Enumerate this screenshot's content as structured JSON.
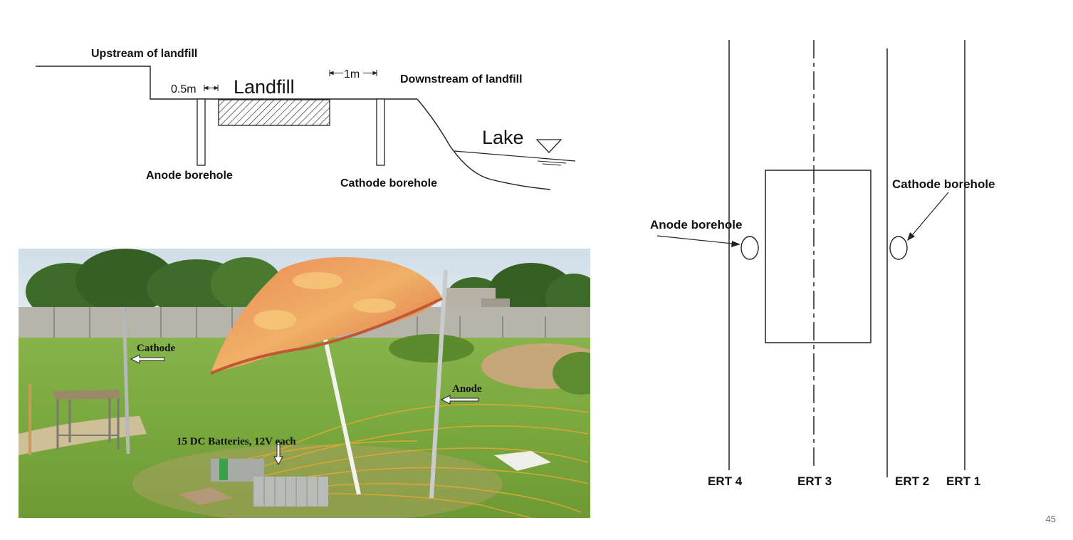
{
  "cross_section": {
    "upstream_label": "Upstream of landfill",
    "downstream_label": "Downstream of landfill",
    "landfill_label": "Landfill",
    "lake_label": "Lake",
    "dim_05m": "0.5m",
    "dim_1m": "1m",
    "anode_label": "Anode borehole",
    "cathode_label": "Cathode borehole"
  },
  "photo": {
    "cathode_label": "Cathode",
    "anode_label": "Anode",
    "batteries_label": "15 DC Batteries, 12V each"
  },
  "plan_view": {
    "anode_label": "Anode borehole",
    "cathode_label": "Cathode borehole",
    "ert4": "ERT 4",
    "ert3": "ERT 3",
    "ert2": "ERT 2",
    "ert1": "ERT 1"
  },
  "page_number": "45"
}
